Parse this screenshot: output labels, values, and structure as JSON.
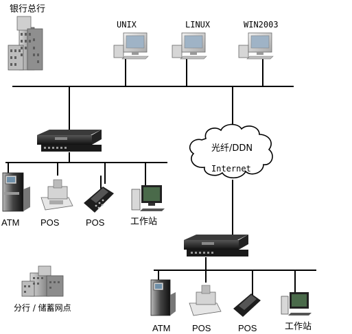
{
  "headquarters": {
    "label": "银行总行",
    "icon": "office-building-icon"
  },
  "branch": {
    "label": "分行 / 储蓄网点",
    "icon": "office-building-icon"
  },
  "servers": [
    {
      "label": "UNIX",
      "icon": "desktop-computer-icon"
    },
    {
      "label": "LINUX",
      "icon": "desktop-computer-icon"
    },
    {
      "label": "WIN2003",
      "icon": "desktop-computer-icon"
    }
  ],
  "network": {
    "line1": "光纤/DDN",
    "line2": "Internet",
    "icon": "cloud-icon"
  },
  "switches": [
    {
      "name": "headquarters-terminal-server",
      "icon": "rack-server-icon"
    },
    {
      "name": "branch-terminal-server",
      "icon": "rack-server-icon"
    }
  ],
  "headquarters_terminals": [
    {
      "label": "ATM",
      "icon": "atm-icon"
    },
    {
      "label": "POS",
      "icon": "receipt-printer-icon"
    },
    {
      "label": "POS",
      "icon": "card-terminal-icon"
    },
    {
      "label": "工作站",
      "icon": "workstation-icon"
    }
  ],
  "branch_terminals": [
    {
      "label": "ATM",
      "icon": "atm-icon"
    },
    {
      "label": "POS",
      "icon": "receipt-printer-icon"
    },
    {
      "label": "POS",
      "icon": "card-terminal-icon"
    },
    {
      "label": "工作站",
      "icon": "workstation-icon"
    }
  ]
}
